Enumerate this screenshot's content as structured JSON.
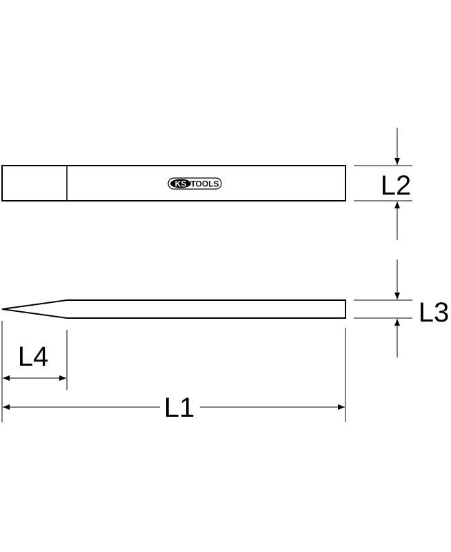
{
  "labels": {
    "L1": "L1",
    "L2": "L2",
    "L3": "L3",
    "L4": "L4"
  },
  "logo": {
    "brand_ks": "KS",
    "brand_tools": "TOOLS"
  },
  "colors": {
    "stroke": "#000000",
    "background": "#ffffff"
  }
}
